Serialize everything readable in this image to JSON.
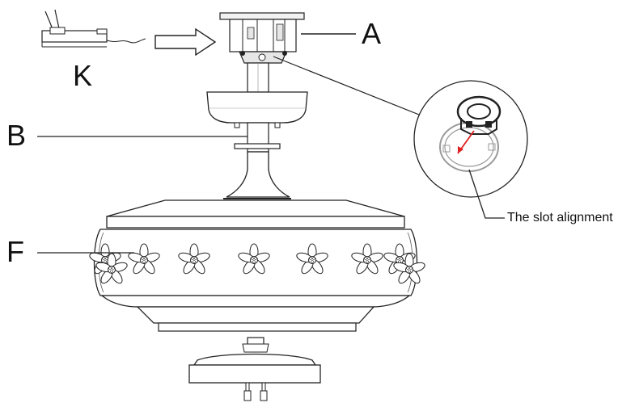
{
  "labels": {
    "k": "K",
    "a": "A",
    "b": "B",
    "f": "F",
    "slot": "The slot alignment"
  },
  "colors": {
    "line": "#222222",
    "fill_light": "#f2f2f2",
    "fill_mid": "#e6e6e6",
    "detail_gray": "#9a9a9a",
    "alignment_arrow": "#e02020"
  }
}
